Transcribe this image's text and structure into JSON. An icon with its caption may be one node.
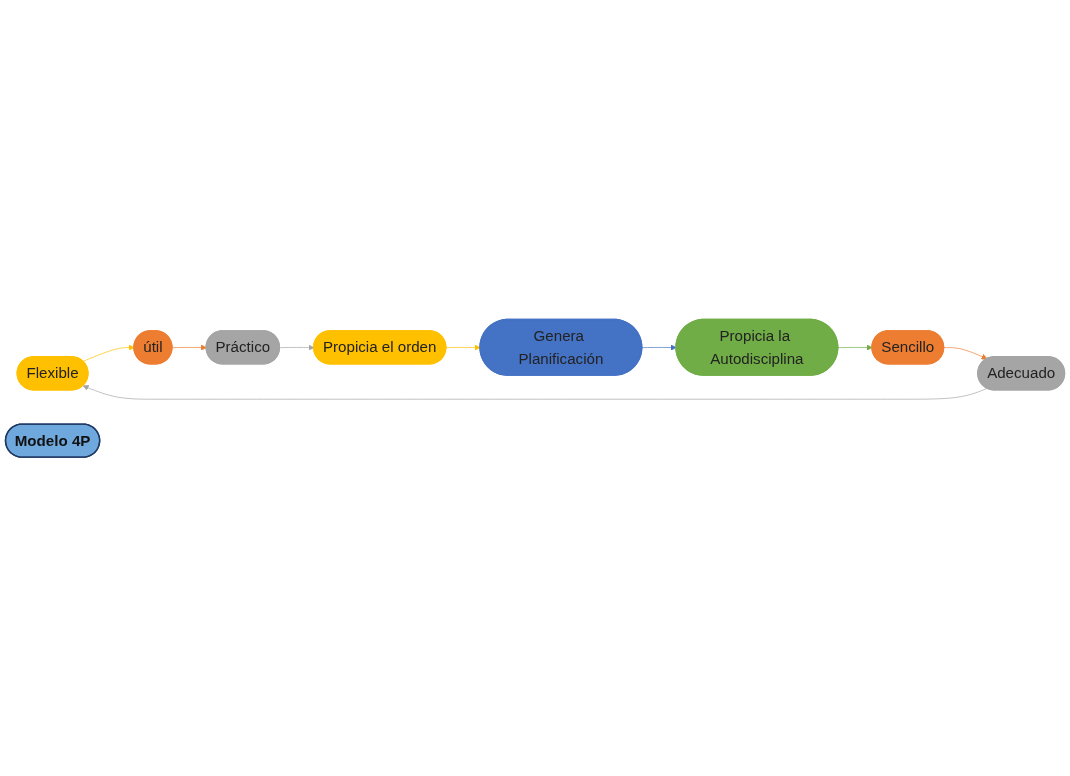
{
  "diagram": {
    "nodes": [
      {
        "text": [
          "Flexible"
        ]
      },
      {
        "text": [
          "útil"
        ]
      },
      {
        "text": [
          "Práctico"
        ]
      },
      {
        "text": [
          "Propicia el orden"
        ]
      },
      {
        "text": [
          "Genera Planificación"
        ]
      },
      {
        "text": [
          "Propicia la Autodisciplina"
        ]
      },
      {
        "text": [
          "Sencillo"
        ]
      },
      {
        "text": [
          "Adecuado"
        ]
      },
      {
        "text": [
          "Modelo 4P"
        ]
      }
    ],
    "edges": [
      {
        "from": 0,
        "to": 1,
        "arrow": "to",
        "color": "#ffc000"
      },
      {
        "from": 1,
        "to": 2,
        "arrow": "to",
        "color": "#ed7d31"
      },
      {
        "from": 2,
        "to": 3,
        "arrow": "to",
        "color": "#a5a5a5"
      },
      {
        "from": 3,
        "to": 4,
        "arrow": "to",
        "color": "#ffc000"
      },
      {
        "from": 4,
        "to": 5,
        "arrow": "to",
        "color": "#4472c4"
      },
      {
        "from": 5,
        "to": 6,
        "arrow": "to",
        "color": "#70ad47"
      },
      {
        "from": 6,
        "to": 7,
        "arrow": "to",
        "color": "#ed7d31"
      },
      {
        "from": 7,
        "to": 0,
        "arrow": "to",
        "color": "#a5a5a5"
      }
    ]
  }
}
